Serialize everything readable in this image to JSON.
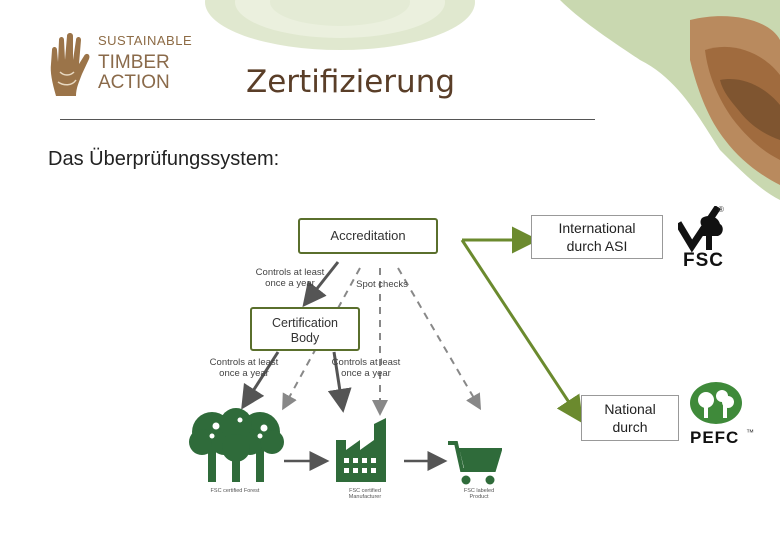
{
  "logo": {
    "line1": "SUSTAINABLE",
    "line2": "TIMBER",
    "line3": "ACTION"
  },
  "title": "Zertifizierung",
  "subtitle": "Das Überprüfungssystem:",
  "diagram": {
    "accreditation": "Accreditation",
    "certification_line1": "Certification",
    "certification_line2": "Body",
    "controls_top_1": "Controls at least",
    "controls_top_2": "once a year",
    "spot_checks": "Spot checks",
    "controls_left_1": "Controls at least",
    "controls_left_2": "once a year",
    "controls_right_1": "Controls at least",
    "controls_right_2": "once a year",
    "forest_label_1": "FSC certified Forest",
    "manufacturer_label_1": "FSC certified",
    "manufacturer_label_2": "Manufacturer",
    "product_label_1": "FSC labeled",
    "product_label_2": "Product"
  },
  "international_box": {
    "line1": "International",
    "line2_prefix": "durch ",
    "line2_strong": "ASI"
  },
  "national_box": {
    "line1": "National",
    "line2": "durch"
  },
  "logos": {
    "fsc": "FSC",
    "fsc_reg": "®",
    "pefc": "PEFC",
    "pefc_tm": "™"
  },
  "colors": {
    "accent_green": "#6b8a2e",
    "box_border": "#5a6f2c",
    "tree_green": "#2f6b3a",
    "pefc_green": "#3f8a3a",
    "title_brown": "#5a3e28"
  }
}
